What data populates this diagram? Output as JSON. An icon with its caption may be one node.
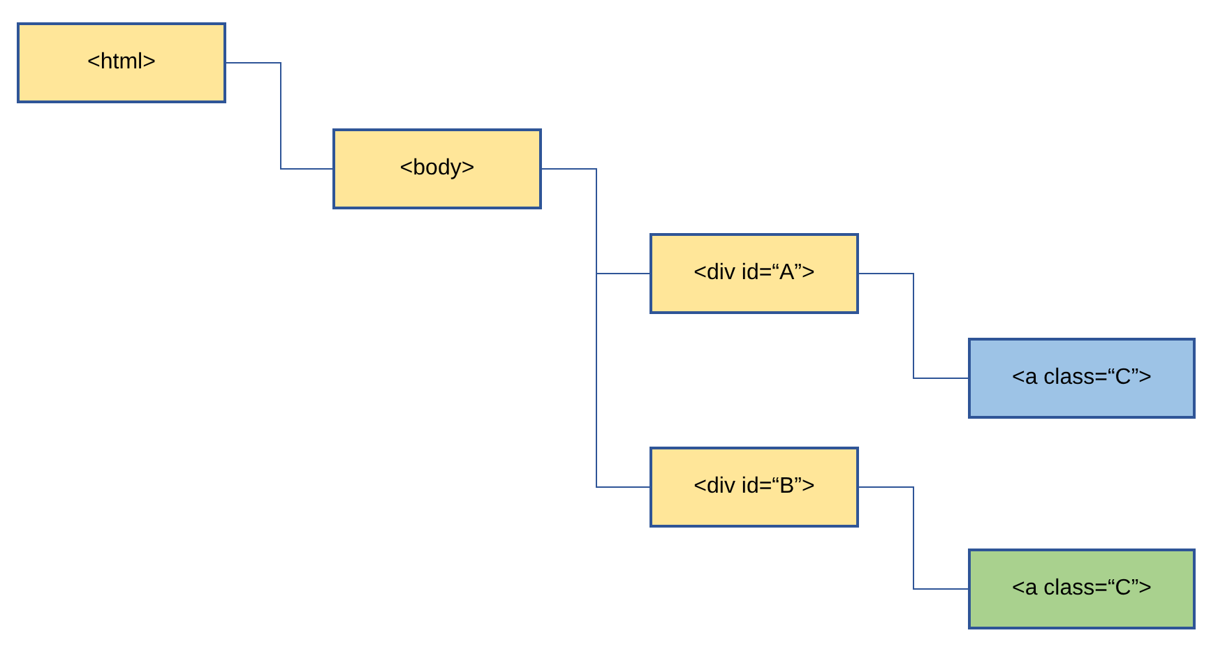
{
  "diagram": {
    "nodes": [
      {
        "text": [
          "<html>"
        ]
      },
      {
        "text": [
          "<body>"
        ]
      },
      {
        "text": [
          "<div id=“A”>"
        ]
      },
      {
        "text": [
          "<a class=“C”>"
        ]
      },
      {
        "text": [
          "<div id=“B”>"
        ]
      },
      {
        "text": [
          "<a class=“C”>"
        ]
      }
    ],
    "edges": [
      {
        "from": 0,
        "to": 1,
        "arrow": "none"
      },
      {
        "from": 1,
        "to": 2,
        "arrow": "none"
      },
      {
        "from": 1,
        "to": 4,
        "arrow": "none"
      },
      {
        "from": 2,
        "to": 3,
        "arrow": "none"
      },
      {
        "from": 4,
        "to": 5,
        "arrow": "none"
      }
    ]
  }
}
